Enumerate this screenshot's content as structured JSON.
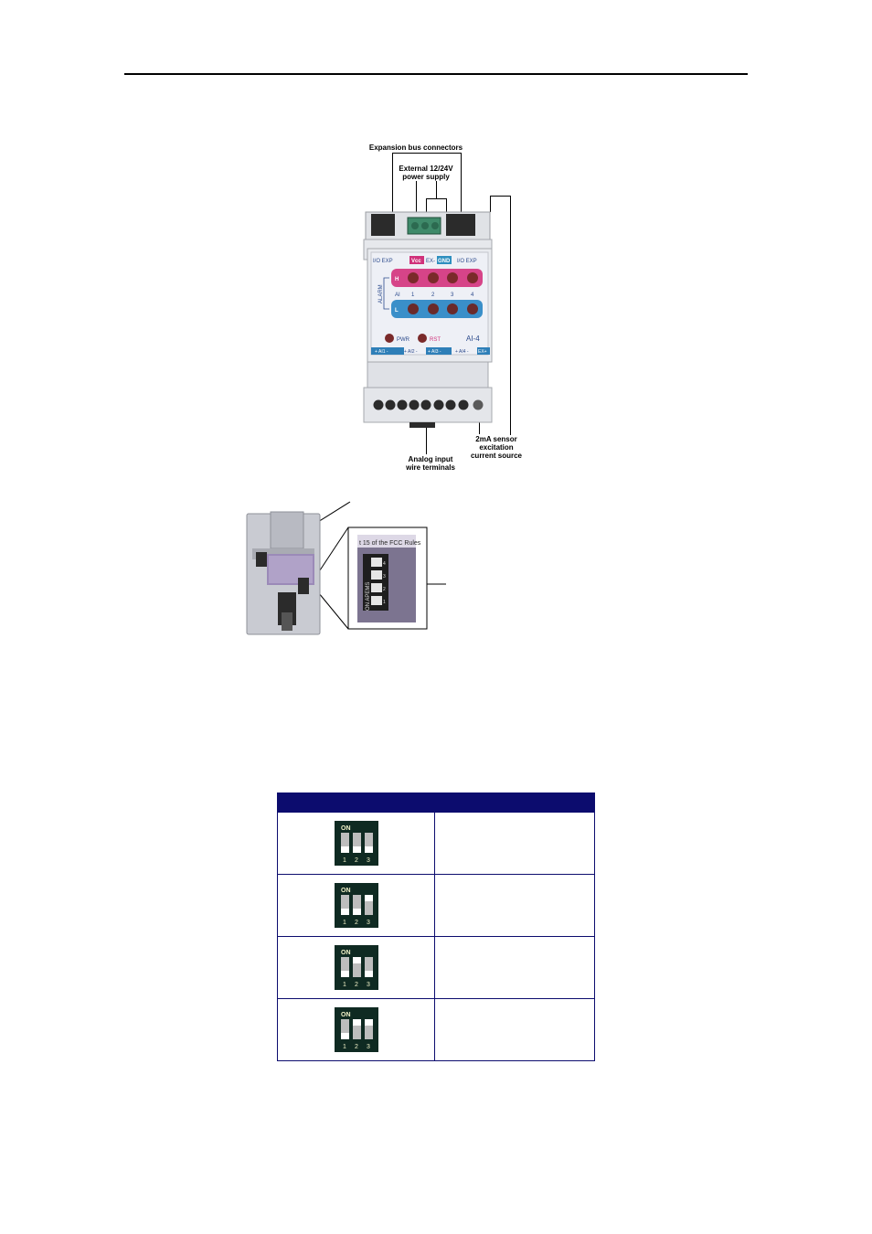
{
  "figure1": {
    "callouts": {
      "expansion": "Expansion bus connectors",
      "power": "External 12/24V power supply",
      "sensor": "2mA sensor excitation current source",
      "terminals": "Analog input wire terminals"
    },
    "panel": {
      "io_exp_left": "I/O EXP",
      "io_exp_right": "I/O EXP",
      "vcc": "Vcc",
      "ex": "EX-",
      "gnd": "GND",
      "alarm": "ALARM",
      "h": "H",
      "ai": "AI",
      "l": "L",
      "channels": [
        "1",
        "2",
        "3",
        "4"
      ],
      "pwr": "PWR",
      "rst": "RST",
      "model": "AI-4",
      "bottom": [
        "+ AI1 -",
        "+ AI2 -",
        "+ AI3 -",
        "+ AI4 -",
        "EX+"
      ]
    }
  },
  "figure2": {
    "zoom_text": "t 15 of the FCC Rules",
    "switch_print": "ON APEMS",
    "switch_numbers": [
      "4",
      "3",
      "2",
      "1"
    ]
  },
  "table": {
    "headers": [
      "",
      ""
    ],
    "dip_on_label": "ON",
    "dip_numbers": [
      "1",
      "2",
      "3"
    ],
    "rows": [
      {
        "switches": [
          "down",
          "down",
          "down"
        ],
        "description": ""
      },
      {
        "switches": [
          "down",
          "down",
          "up"
        ],
        "description": ""
      },
      {
        "switches": [
          "down",
          "up",
          "down"
        ],
        "description": ""
      },
      {
        "switches": [
          "down",
          "up",
          "up"
        ],
        "description": ""
      }
    ]
  }
}
